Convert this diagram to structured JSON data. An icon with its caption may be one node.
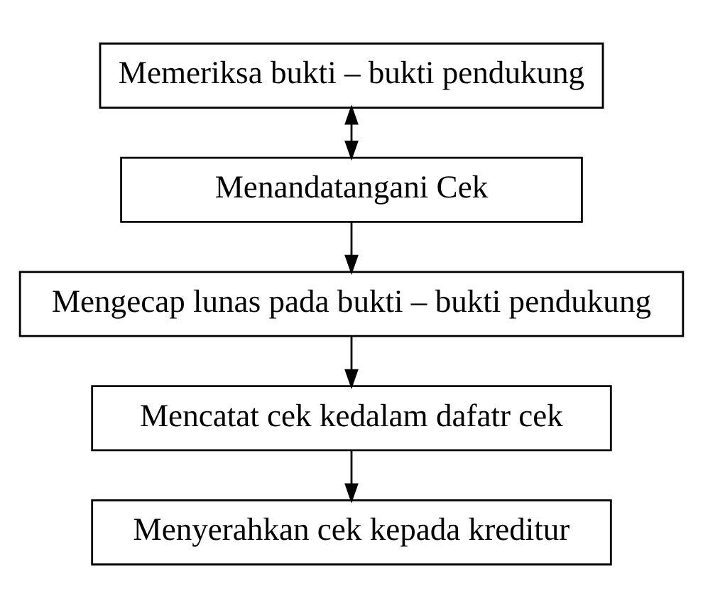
{
  "diagram": {
    "nodes": [
      {
        "text": [
          "Memeriksa bukti – bukti pendukung"
        ]
      },
      {
        "text": [
          "Menandatangani Cek"
        ]
      },
      {
        "text": [
          "Mengecap lunas pada bukti – bukti pendukung"
        ]
      },
      {
        "text": [
          "Mencatat cek kedalam dafatr cek"
        ]
      },
      {
        "text": [
          "Menyerahkan cek kepada kreditur"
        ]
      }
    ],
    "edges": [
      {
        "from": 0,
        "to": 1,
        "arrow": "both"
      },
      {
        "from": 1,
        "to": 2,
        "arrow": "to"
      },
      {
        "from": 2,
        "to": 3,
        "arrow": "to"
      },
      {
        "from": 3,
        "to": 4,
        "arrow": "to"
      }
    ]
  }
}
